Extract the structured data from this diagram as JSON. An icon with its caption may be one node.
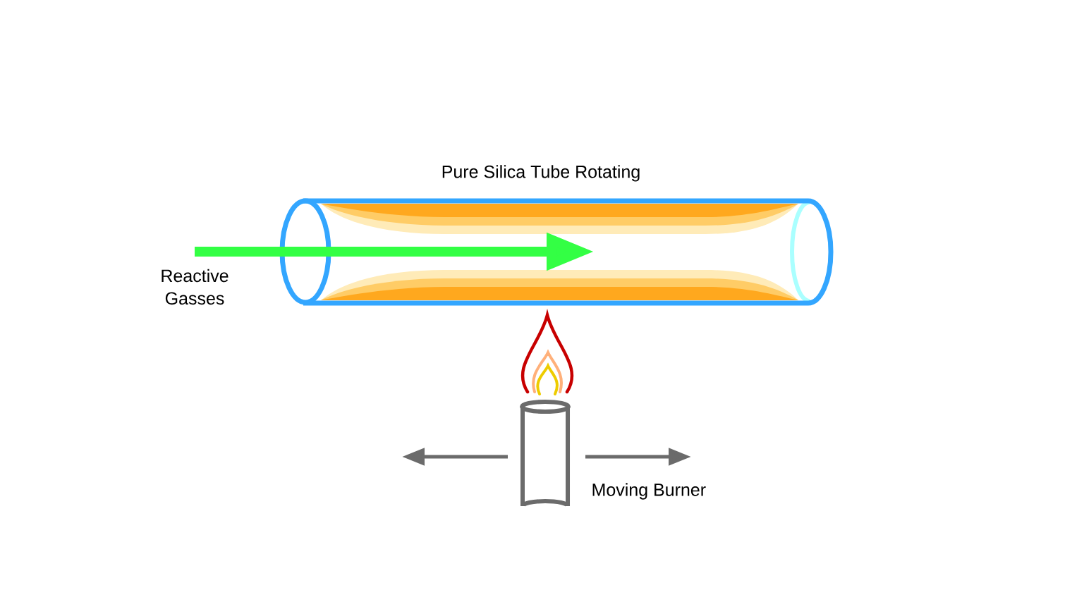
{
  "diagram": {
    "nodes": [
      {
        "text": [
          "Pure Silica Tube Rotating"
        ]
      },
      {
        "text": [
          "Reactive Gasses"
        ]
      },
      {
        "text": [],
        "shape": "cylinder",
        "beside": [
          "Moving Burner"
        ]
      }
    ],
    "edges": [
      {
        "from": 1,
        "to": 0,
        "arrow": "to"
      }
    ]
  }
}
